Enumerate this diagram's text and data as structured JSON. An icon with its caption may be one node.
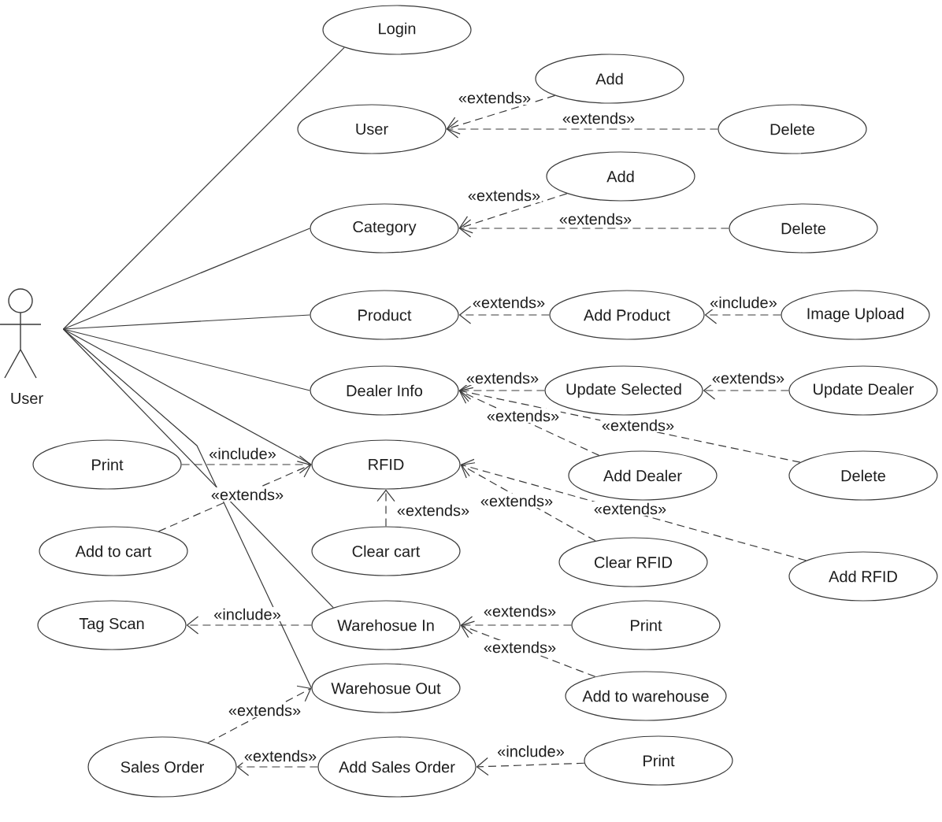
{
  "diagram": {
    "nodes": [
      {
        "text": [
          "User"
        ]
      },
      {
        "text": [
          "Login"
        ]
      },
      {
        "text": [
          "User"
        ]
      },
      {
        "text": [
          "Add"
        ]
      },
      {
        "text": [
          "Delete"
        ]
      },
      {
        "text": [
          "Category"
        ]
      },
      {
        "text": [
          "Add"
        ]
      },
      {
        "text": [
          "Delete"
        ]
      },
      {
        "text": [
          "Product"
        ]
      },
      {
        "text": [
          "Add Product"
        ]
      },
      {
        "text": [
          "Image Upload"
        ]
      },
      {
        "text": [
          "Dealer Info"
        ]
      },
      {
        "text": [
          "Update Selected"
        ]
      },
      {
        "text": [
          "Update Dealer"
        ]
      },
      {
        "text": [
          "Print"
        ]
      },
      {
        "text": [
          "RFID"
        ]
      },
      {
        "text": [
          "Add Dealer"
        ]
      },
      {
        "text": [
          "Delete"
        ]
      },
      {
        "text": [
          "Add to cart"
        ]
      },
      {
        "text": [
          "Clear cart"
        ]
      },
      {
        "text": [
          "Clear RFID"
        ]
      },
      {
        "text": [
          "Add RFID"
        ]
      },
      {
        "text": [
          "Tag Scan"
        ]
      },
      {
        "text": [
          "Warehosue In"
        ]
      },
      {
        "text": [
          "Print"
        ]
      },
      {
        "text": [
          "Warehosue Out"
        ]
      },
      {
        "text": [
          "Add to warehouse"
        ]
      },
      {
        "text": [
          "Sales Order"
        ]
      },
      {
        "text": [
          "Add Sales Order"
        ]
      },
      {
        "text": [
          "Print"
        ]
      }
    ],
    "edges": [
      {
        "from": 0,
        "to": 1,
        "arrow": "none"
      },
      {
        "from": 0,
        "to": 5,
        "arrow": "none"
      },
      {
        "from": 0,
        "to": 8,
        "arrow": "none"
      },
      {
        "from": 0,
        "to": 11,
        "arrow": "none"
      },
      {
        "from": 0,
        "to": 15,
        "arrow": "none"
      },
      {
        "from": 0,
        "to": 23,
        "arrow": "none"
      },
      {
        "from": 0,
        "to": 25,
        "arrow": "none"
      },
      {
        "from": 3,
        "to": 2,
        "arrow": "to",
        "label": "«extends»",
        "style": "dashed"
      },
      {
        "from": 4,
        "to": 2,
        "arrow": "to",
        "label": "«extends»",
        "style": "dashed"
      },
      {
        "from": 6,
        "to": 5,
        "arrow": "to",
        "label": "«extends»",
        "style": "dashed"
      },
      {
        "from": 7,
        "to": 5,
        "arrow": "to",
        "label": "«extends»",
        "style": "dashed"
      },
      {
        "from": 9,
        "to": 8,
        "arrow": "to",
        "label": "«extends»",
        "style": "dashed"
      },
      {
        "from": 10,
        "to": 9,
        "arrow": "to",
        "label": "«include»",
        "style": "dashed"
      },
      {
        "from": 12,
        "to": 11,
        "arrow": "to",
        "label": "«extends»",
        "style": "dashed"
      },
      {
        "from": 13,
        "to": 12,
        "arrow": "to",
        "label": "«extends»",
        "style": "dashed"
      },
      {
        "from": 16,
        "to": 11,
        "arrow": "to",
        "label": "«extends»",
        "style": "dashed"
      },
      {
        "from": 17,
        "to": 11,
        "arrow": "to",
        "label": "«extends»",
        "style": "dashed"
      },
      {
        "from": 14,
        "to": 15,
        "arrow": "to",
        "label": "«include»",
        "style": "dashed"
      },
      {
        "from": 18,
        "to": 15,
        "arrow": "to",
        "label": "«extends»",
        "style": "dashed"
      },
      {
        "from": 19,
        "to": 15,
        "arrow": "to",
        "label": "«extends»",
        "style": "dashed"
      },
      {
        "from": 20,
        "to": 15,
        "arrow": "to",
        "label": "«extends»",
        "style": "dashed"
      },
      {
        "from": 21,
        "to": 15,
        "arrow": "to",
        "label": "«extends»",
        "style": "dashed"
      },
      {
        "from": 23,
        "to": 22,
        "arrow": "to",
        "label": "«include»",
        "style": "dashed"
      },
      {
        "from": 24,
        "to": 23,
        "arrow": "to",
        "label": "«extends»",
        "style": "dashed"
      },
      {
        "from": 26,
        "to": 23,
        "arrow": "to",
        "label": "«extends»",
        "style": "dashed"
      },
      {
        "from": 27,
        "to": 25,
        "arrow": "to",
        "label": "«extends»",
        "style": "dashed"
      },
      {
        "from": 28,
        "to": 27,
        "arrow": "to",
        "label": "«extends»",
        "style": "dashed"
      },
      {
        "from": 29,
        "to": 28,
        "arrow": "to",
        "label": "«include»",
        "style": "dashed"
      }
    ]
  }
}
